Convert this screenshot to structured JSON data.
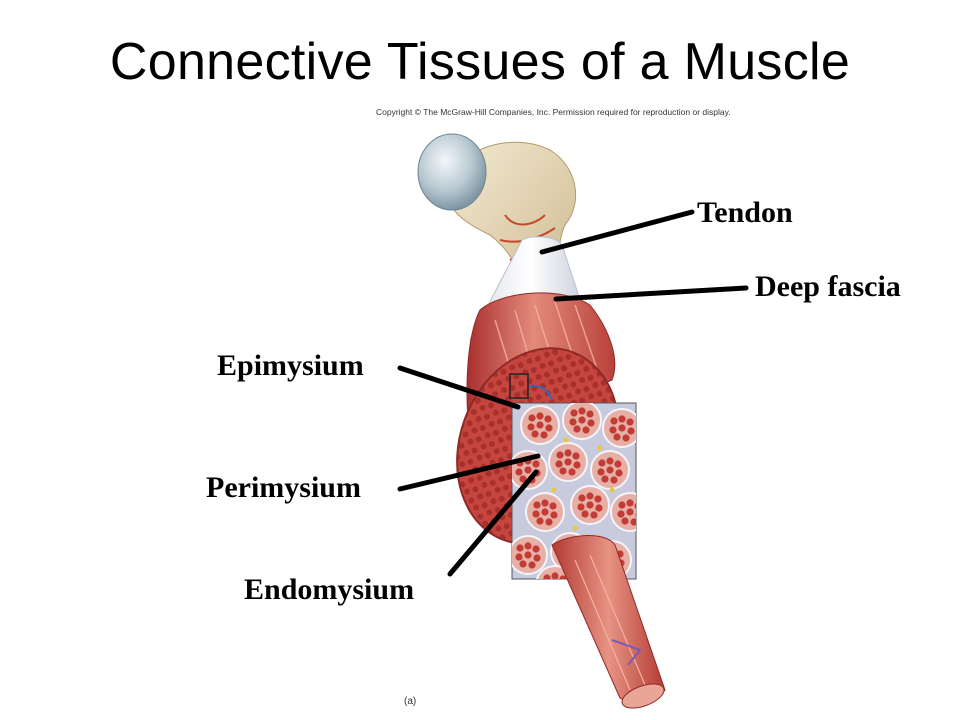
{
  "slide": {
    "title": "Connective Tissues of a Muscle",
    "copyright": "Copyright © The McGraw-Hill Companies, Inc. Permission required for reproduction or display.",
    "panel_label": "(a)"
  },
  "labels": {
    "tendon": "Tendon",
    "deep_fascia": "Deep fascia",
    "epimysium": "Epimysium",
    "perimysium": "Perimysium",
    "endomysium": "Endomysium"
  },
  "colors": {
    "bone": "#e9dcc0",
    "cartilage": "#b9c9d2",
    "muscle": "#c9463f",
    "muscle_light": "#e07c6e",
    "connective": "#c9cbe0",
    "leader_line": "#000000"
  }
}
